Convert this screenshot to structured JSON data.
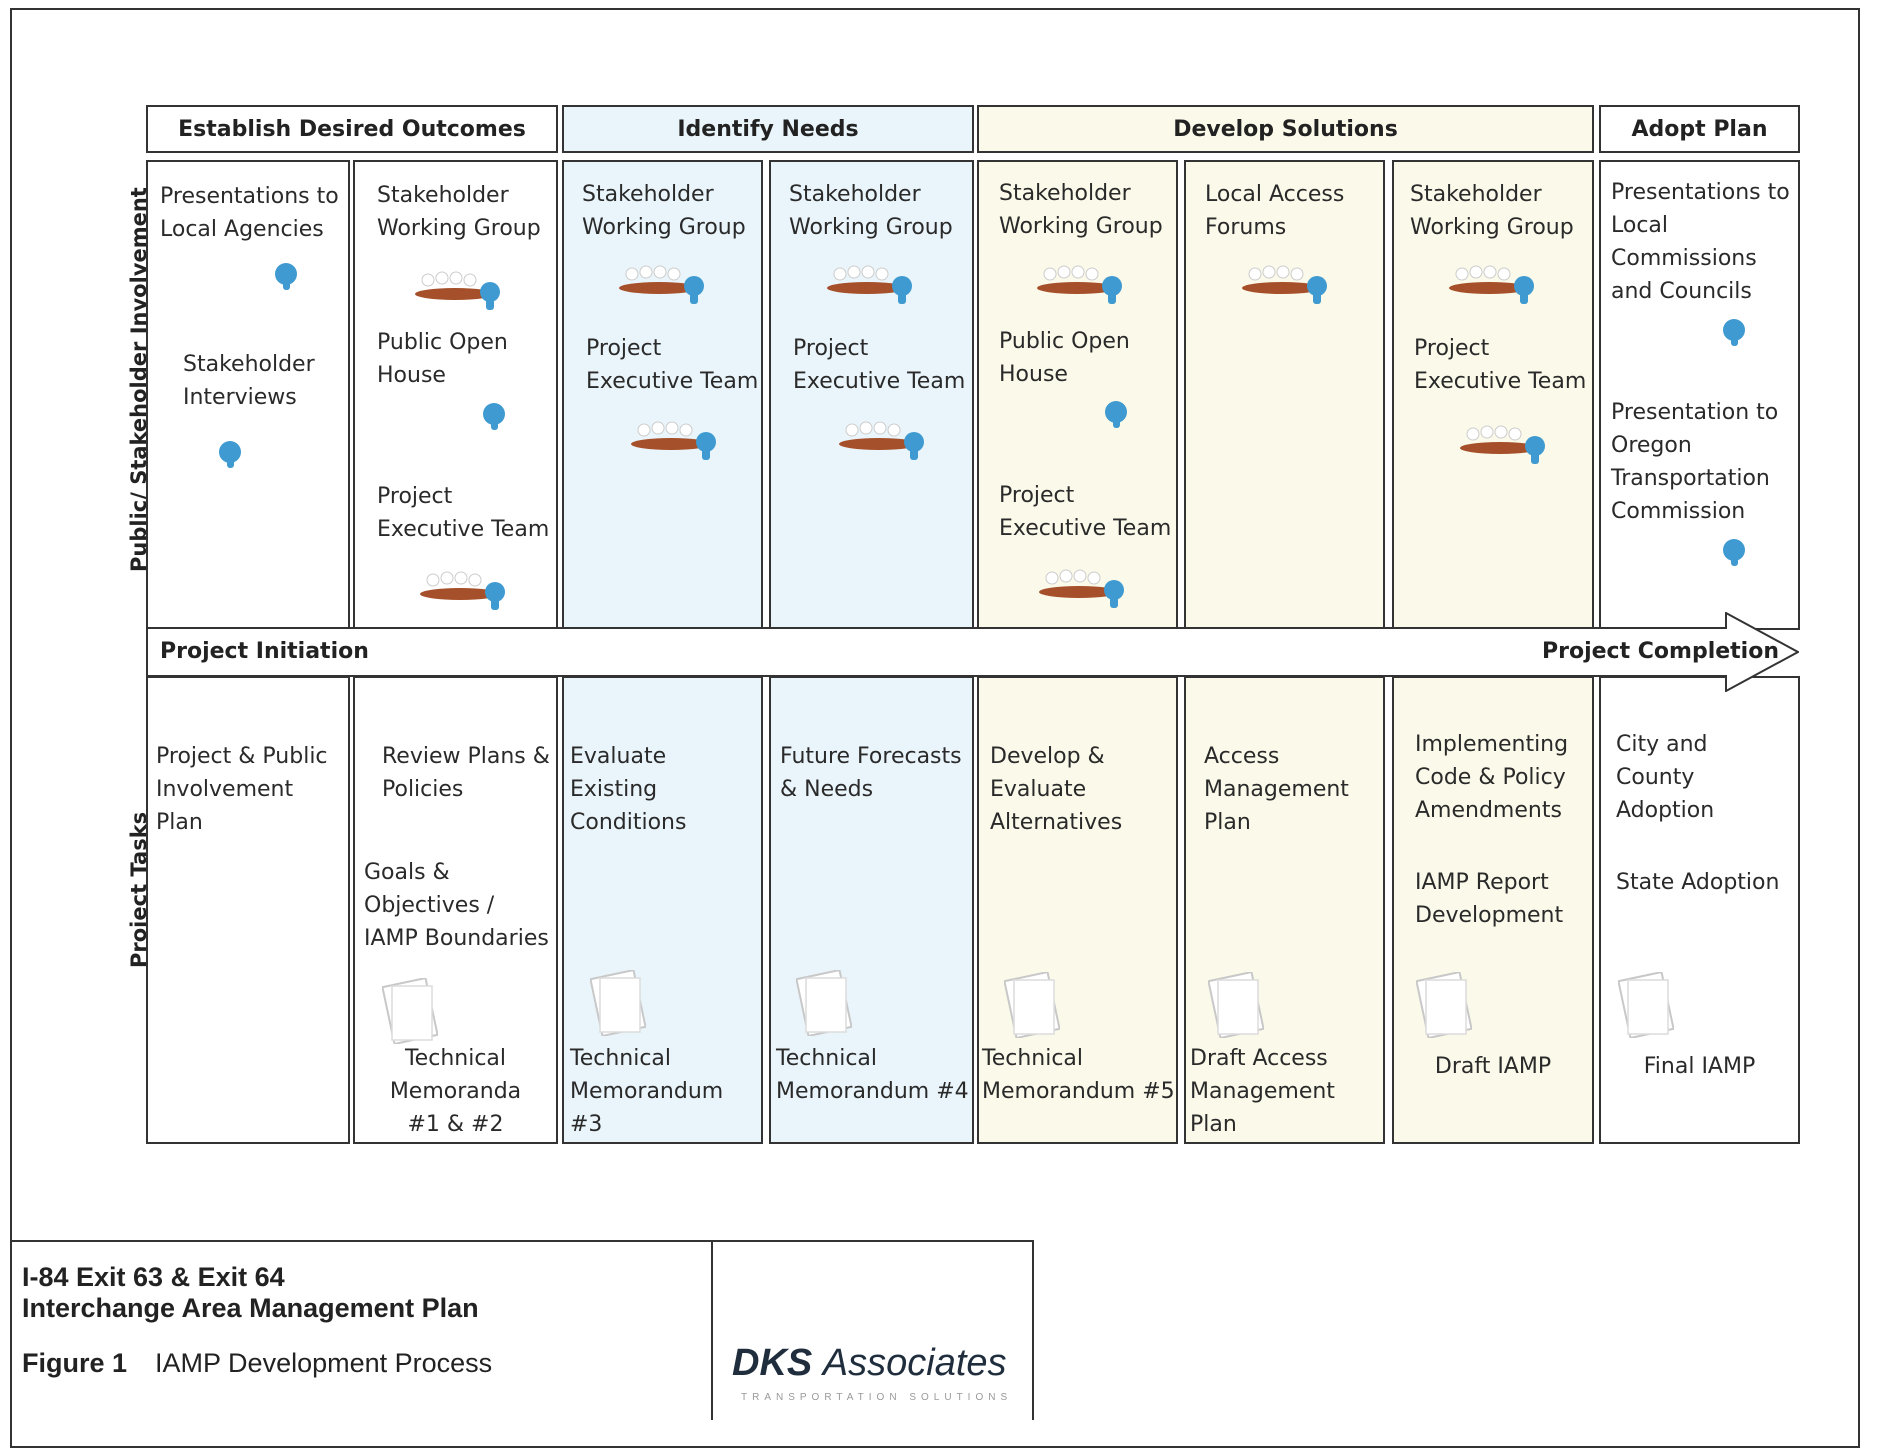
{
  "stages": {
    "establish": "Establish Desired Outcomes",
    "identify": "Identify Needs",
    "develop": "Develop Solutions",
    "adopt": "Adopt Plan"
  },
  "side_labels": {
    "involvement": "Public/ Stakeholder Involvement",
    "tasks": "Project Tasks"
  },
  "arrow": {
    "start": "Project Initiation",
    "end": "Project Completion"
  },
  "involvement": {
    "c1": {
      "a": "Presentations to Local Agencies",
      "b": "Stakeholder Interviews"
    },
    "c2": {
      "a": "Stakeholder Working Group",
      "b": "Public Open House",
      "c": "Project Executive Team"
    },
    "c3": {
      "a": "Stakeholder Working Group",
      "b": "Project Executive Team"
    },
    "c4": {
      "a": "Stakeholder Working Group",
      "b": "Project Executive Team"
    },
    "c5": {
      "a": "Stakeholder Working Group",
      "b": "Public Open House",
      "c": "Project Executive Team"
    },
    "c6": {
      "a": "Local Access Forums"
    },
    "c7": {
      "a": "Stakeholder Working Group",
      "b": "Project Executive Team"
    },
    "c8": {
      "a": "Presentations to Local Commissions and Councils",
      "b": "Presentation to Oregon Transportation Commission"
    }
  },
  "tasks": {
    "c1": {
      "a": "Project & Public Involvement Plan"
    },
    "c2": {
      "a": "Review Plans & Policies",
      "b": "Goals & Objectives / IAMP Boundaries",
      "d": "Technical Memoranda #1 & #2"
    },
    "c3": {
      "a": "Evaluate Existing Conditions",
      "d": "Technical Memorandum #3"
    },
    "c4": {
      "a": "Future Forecasts & Needs",
      "d": "Technical Memorandum #4"
    },
    "c5": {
      "a": "Develop & Evaluate Alternatives",
      "d": "Technical Memorandum #5"
    },
    "c6": {
      "a": "Access Management Plan",
      "d": "Draft Access Management Plan"
    },
    "c7": {
      "a": "Implementing Code & Policy Amendments",
      "b": "IAMP Report Development",
      "d": "Draft IAMP"
    },
    "c8": {
      "a": "City and County Adoption",
      "b": "State Adoption",
      "d": "Final IAMP"
    }
  },
  "title_block": {
    "line1": "I-84 Exit 63 & Exit 64",
    "line2": "Interchange Area Management Plan",
    "figure_no": "Figure 1",
    "figure_title": "IAMP Development Process"
  },
  "logo": {
    "bold": "DKS",
    "rest": "Associates",
    "sub": "TRANSPORTATION SOLUTIONS"
  },
  "colors": {
    "blue_fill": "#eaf5fb",
    "yellow_fill": "#fbf9e9",
    "icon_blue": "#3e9ad0",
    "table_brown": "#a5502a"
  }
}
